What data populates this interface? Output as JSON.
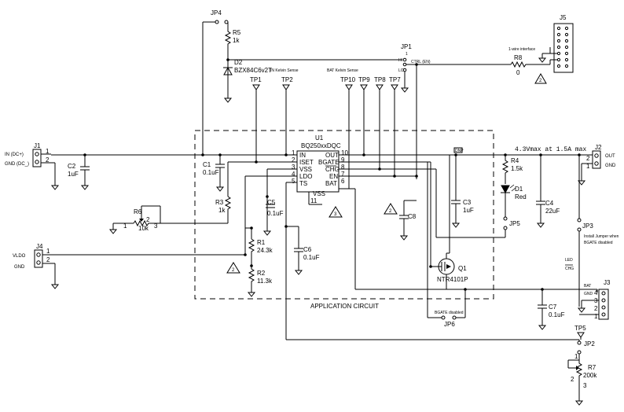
{
  "ic": {
    "ref": "U1",
    "part": "BQ250xxDQC",
    "pins_left": [
      {
        "num": "1",
        "name": "IN"
      },
      {
        "num": "2",
        "name": "ISET"
      },
      {
        "num": "3",
        "name": "VSS"
      },
      {
        "num": "4",
        "name": "LDO"
      },
      {
        "num": "5",
        "name": "TS"
      }
    ],
    "pins_right": [
      {
        "num": "10",
        "name": "OUT"
      },
      {
        "num": "9",
        "name": "BGATE"
      },
      {
        "num": "8",
        "name": "CHG"
      },
      {
        "num": "7",
        "name": "EN"
      },
      {
        "num": "6",
        "name": "BAT"
      }
    ],
    "bottom_pin": {
      "name": "VSS",
      "num": "11"
    }
  },
  "connectors": {
    "j1": {
      "ref": "J1",
      "pin1": "1",
      "pin2": "2",
      "label1": "IN (DC+)",
      "label2": "GND (DC_)"
    },
    "j2": {
      "ref": "J2",
      "pin1": "1",
      "pin2": "2",
      "label1": "OUT",
      "label2": "GND"
    },
    "j3": {
      "ref": "J3",
      "pins": [
        "4",
        "3",
        "2",
        "1"
      ],
      "label_bat": "BAT",
      "label_gnd": "GND"
    },
    "j4": {
      "ref": "J4",
      "pin1": "1",
      "pin2": "2",
      "label1": "VLDO",
      "label2": "GND"
    },
    "j5": {
      "ref": "J5",
      "label": "1-wire interface"
    }
  },
  "jumpers": {
    "jp1": {
      "ref": "JP1",
      "hi": "HI",
      "lo": "LO",
      "pin": "1",
      "net": "CTRL (EN)"
    },
    "jp2": "JP2",
    "jp3": "JP3",
    "jp4": "JP4",
    "jp5": "JP5",
    "jp6": {
      "ref": "JP6",
      "label": "BGATE disabled"
    }
  },
  "testpoints": [
    "TP1",
    "TP2",
    "TP5",
    "TP7",
    "TP8",
    "TP9",
    "TP10"
  ],
  "notes": {
    "in_kelvin": "IN Kelvin Sense",
    "bat_kelvin": "BAT Kelvin Sense",
    "output_rating": "4.3Vmax at 1.5A max",
    "install_jumper_1": "Install Jumper when",
    "install_jumper_2": "BGATE disabled",
    "led": "LED",
    "chg": "CHG",
    "app_circuit": "APPLICATION CIRCUIT",
    "triangle": "2",
    "triangle3": "3"
  },
  "components": {
    "r1": {
      "ref": "R1",
      "value": "24.3k"
    },
    "r2": {
      "ref": "R2",
      "value": "11.3k"
    },
    "r3": {
      "ref": "R3",
      "value": "1k"
    },
    "r4": {
      "ref": "R4",
      "value": "1.5k"
    },
    "r5": {
      "ref": "R5",
      "value": "1k"
    },
    "r6": {
      "ref": "R6",
      "value": "10k",
      "pin1": "1",
      "pin2": "2",
      "pin3": "3"
    },
    "r7": {
      "ref": "R7",
      "value": "200k",
      "pin1": "1",
      "pin2": "2",
      "pin3": "3"
    },
    "r8": {
      "ref": "R8",
      "value": "0"
    },
    "c1": {
      "ref": "C1",
      "value": "0.1uF"
    },
    "c2": {
      "ref": "C2",
      "value": "1uF"
    },
    "c3": {
      "ref": "C3",
      "value": "1uF"
    },
    "c4": {
      "ref": "C4",
      "value": "22uF"
    },
    "c5": {
      "ref": "C5",
      "value": "0.1uF"
    },
    "c6": {
      "ref": "C6",
      "value": "0.1uF"
    },
    "c7": {
      "ref": "C7",
      "value": "0.1uF"
    },
    "c8": {
      "ref": "C8"
    },
    "d1": {
      "ref": "D1",
      "value": "Red"
    },
    "d2": {
      "ref": "D2",
      "value": "BZX84C6v2T"
    },
    "q1": {
      "ref": "Q1",
      "value": "NTR4101P"
    },
    "dnp": "DNP"
  }
}
